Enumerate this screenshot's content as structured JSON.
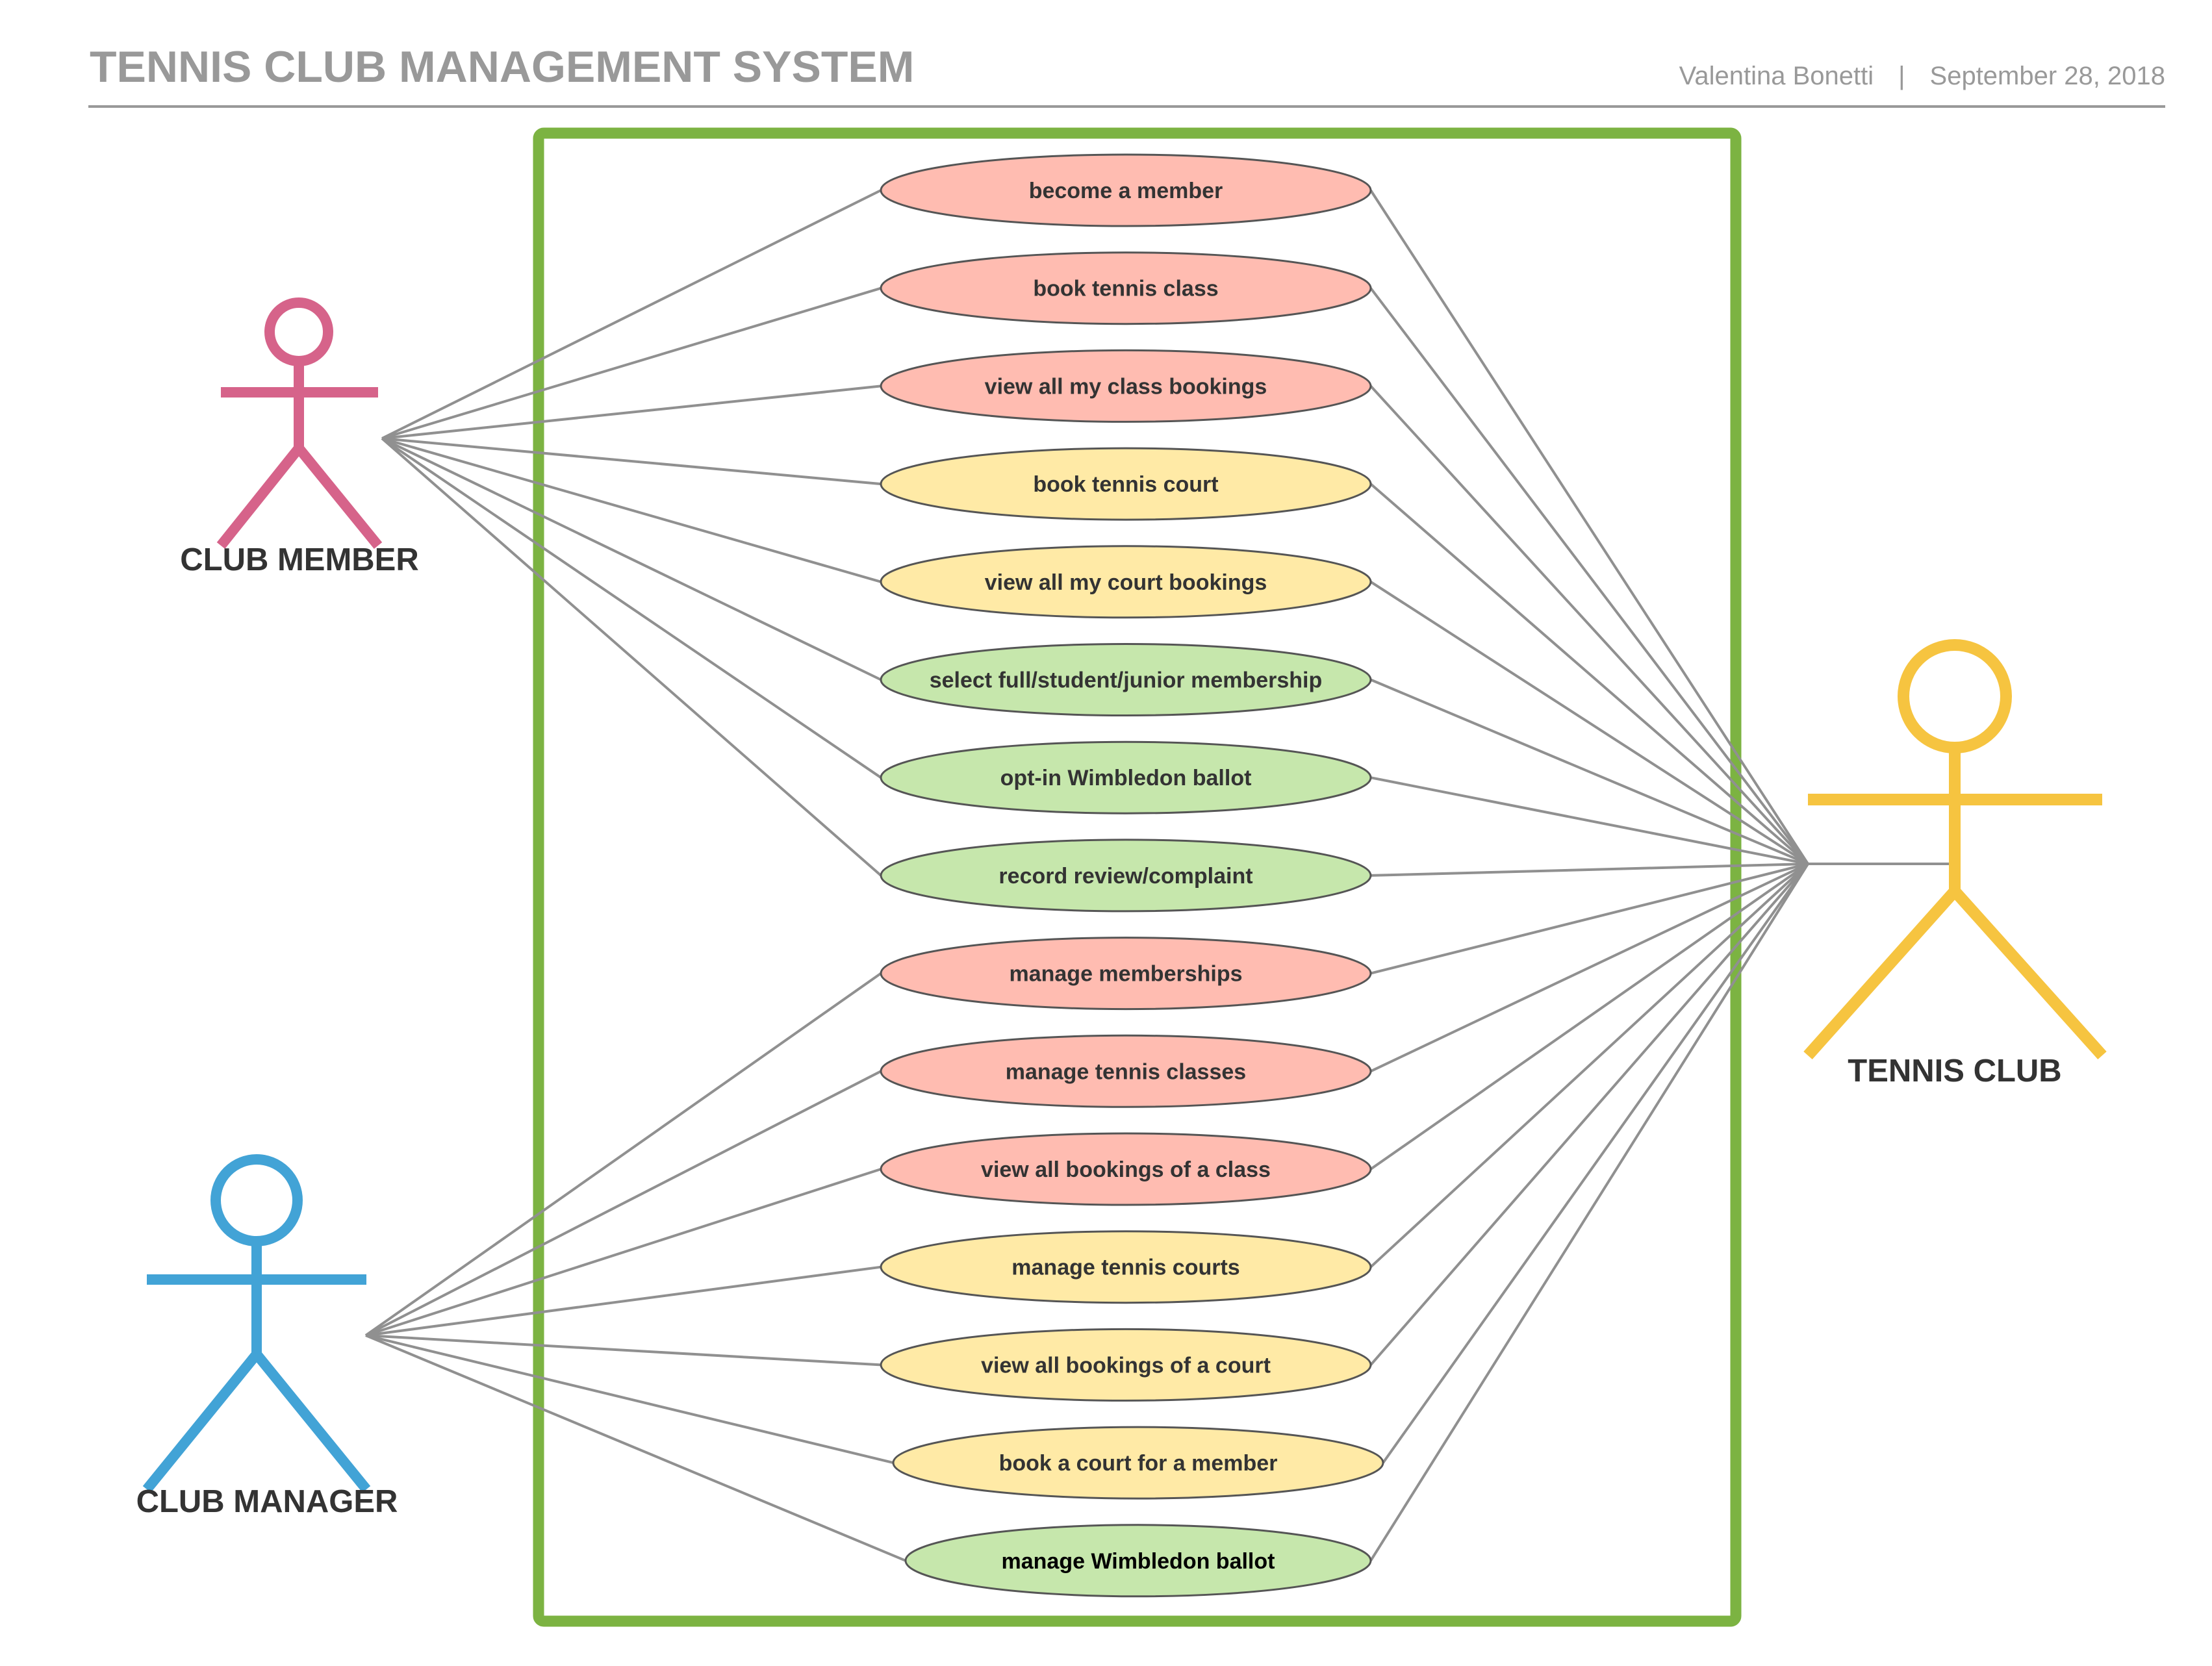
{
  "header": {
    "title": "TENNIS CLUB MANAGEMENT SYSTEM",
    "author": "Valentina Bonetti",
    "separator": "|",
    "date": "September 28, 2018"
  },
  "colors": {
    "boundary": "#7cb342",
    "red": "#ffbcb1",
    "yellow": "#ffeaa6",
    "green": "#c6e7ac",
    "member": "#d6638a",
    "manager": "#42a3d6",
    "club": "#f6c440",
    "line": "#909090",
    "header_text": "#999999"
  },
  "actors": {
    "member": {
      "label": "CLUB MEMBER"
    },
    "manager": {
      "label": "CLUB MANAGER"
    },
    "club": {
      "label": "TENNIS CLUB"
    }
  },
  "use_cases": [
    {
      "label": "become a member",
      "color": "red",
      "actor": "member"
    },
    {
      "label": "book tennis class",
      "color": "red",
      "actor": "member"
    },
    {
      "label": "view all my class bookings",
      "color": "red",
      "actor": "member"
    },
    {
      "label": "book tennis court",
      "color": "yellow",
      "actor": "member"
    },
    {
      "label": "view all my court bookings",
      "color": "yellow",
      "actor": "member"
    },
    {
      "label": "select full/student/junior membership",
      "color": "green",
      "actor": "member"
    },
    {
      "label": "opt-in Wimbledon ballot",
      "color": "green",
      "actor": "member"
    },
    {
      "label": "record review/complaint",
      "color": "green",
      "actor": "member"
    },
    {
      "label": "manage memberships",
      "color": "red",
      "actor": "manager"
    },
    {
      "label": "manage tennis classes",
      "color": "red",
      "actor": "manager"
    },
    {
      "label": "view all bookings of a class",
      "color": "red",
      "actor": "manager"
    },
    {
      "label": "manage tennis courts",
      "color": "yellow",
      "actor": "manager"
    },
    {
      "label": "view all bookings of a court",
      "color": "yellow",
      "actor": "manager"
    },
    {
      "label": "book a court for a member",
      "color": "yellow",
      "actor": "manager"
    },
    {
      "label": "manage Wimbledon ballot",
      "color": "green",
      "actor": "manager"
    }
  ]
}
